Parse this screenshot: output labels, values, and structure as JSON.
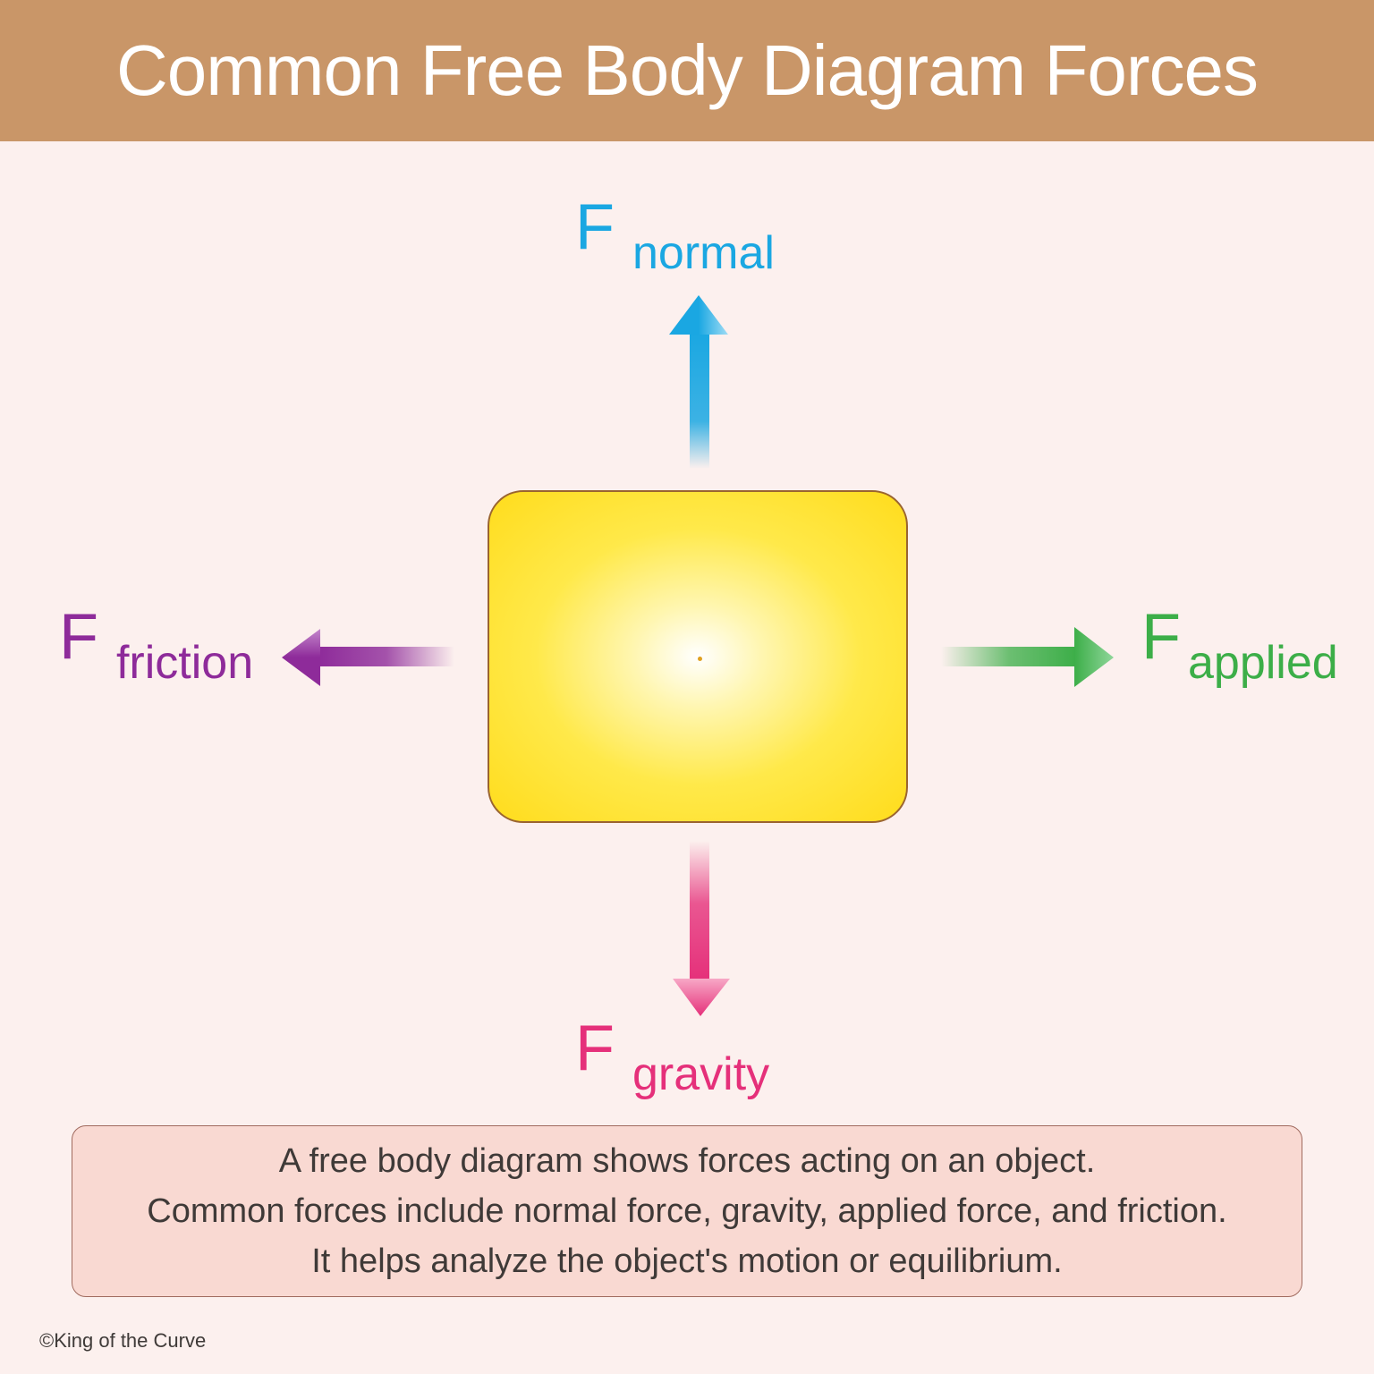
{
  "title": "Common Free Body Diagram Forces",
  "forces": {
    "normal": {
      "symbol": "F",
      "subscript": "normal",
      "direction": "up",
      "color": "#1aa7e2"
    },
    "gravity": {
      "symbol": "F",
      "subscript": "gravity",
      "direction": "down",
      "color": "#e5307a"
    },
    "friction": {
      "symbol": "F",
      "subscript": "friction",
      "direction": "left",
      "color": "#8e2b9a"
    },
    "applied": {
      "symbol": "F",
      "subscript": "applied",
      "direction": "right",
      "color": "#3cae48"
    }
  },
  "object": {
    "color": "#ffdc1c"
  },
  "description": [
    "A free body diagram shows forces acting on an object.",
    "Common forces include normal force, gravity, applied force, and friction.",
    "It helps analyze the object's motion or equilibrium."
  ],
  "copyright": "©King of the Curve"
}
